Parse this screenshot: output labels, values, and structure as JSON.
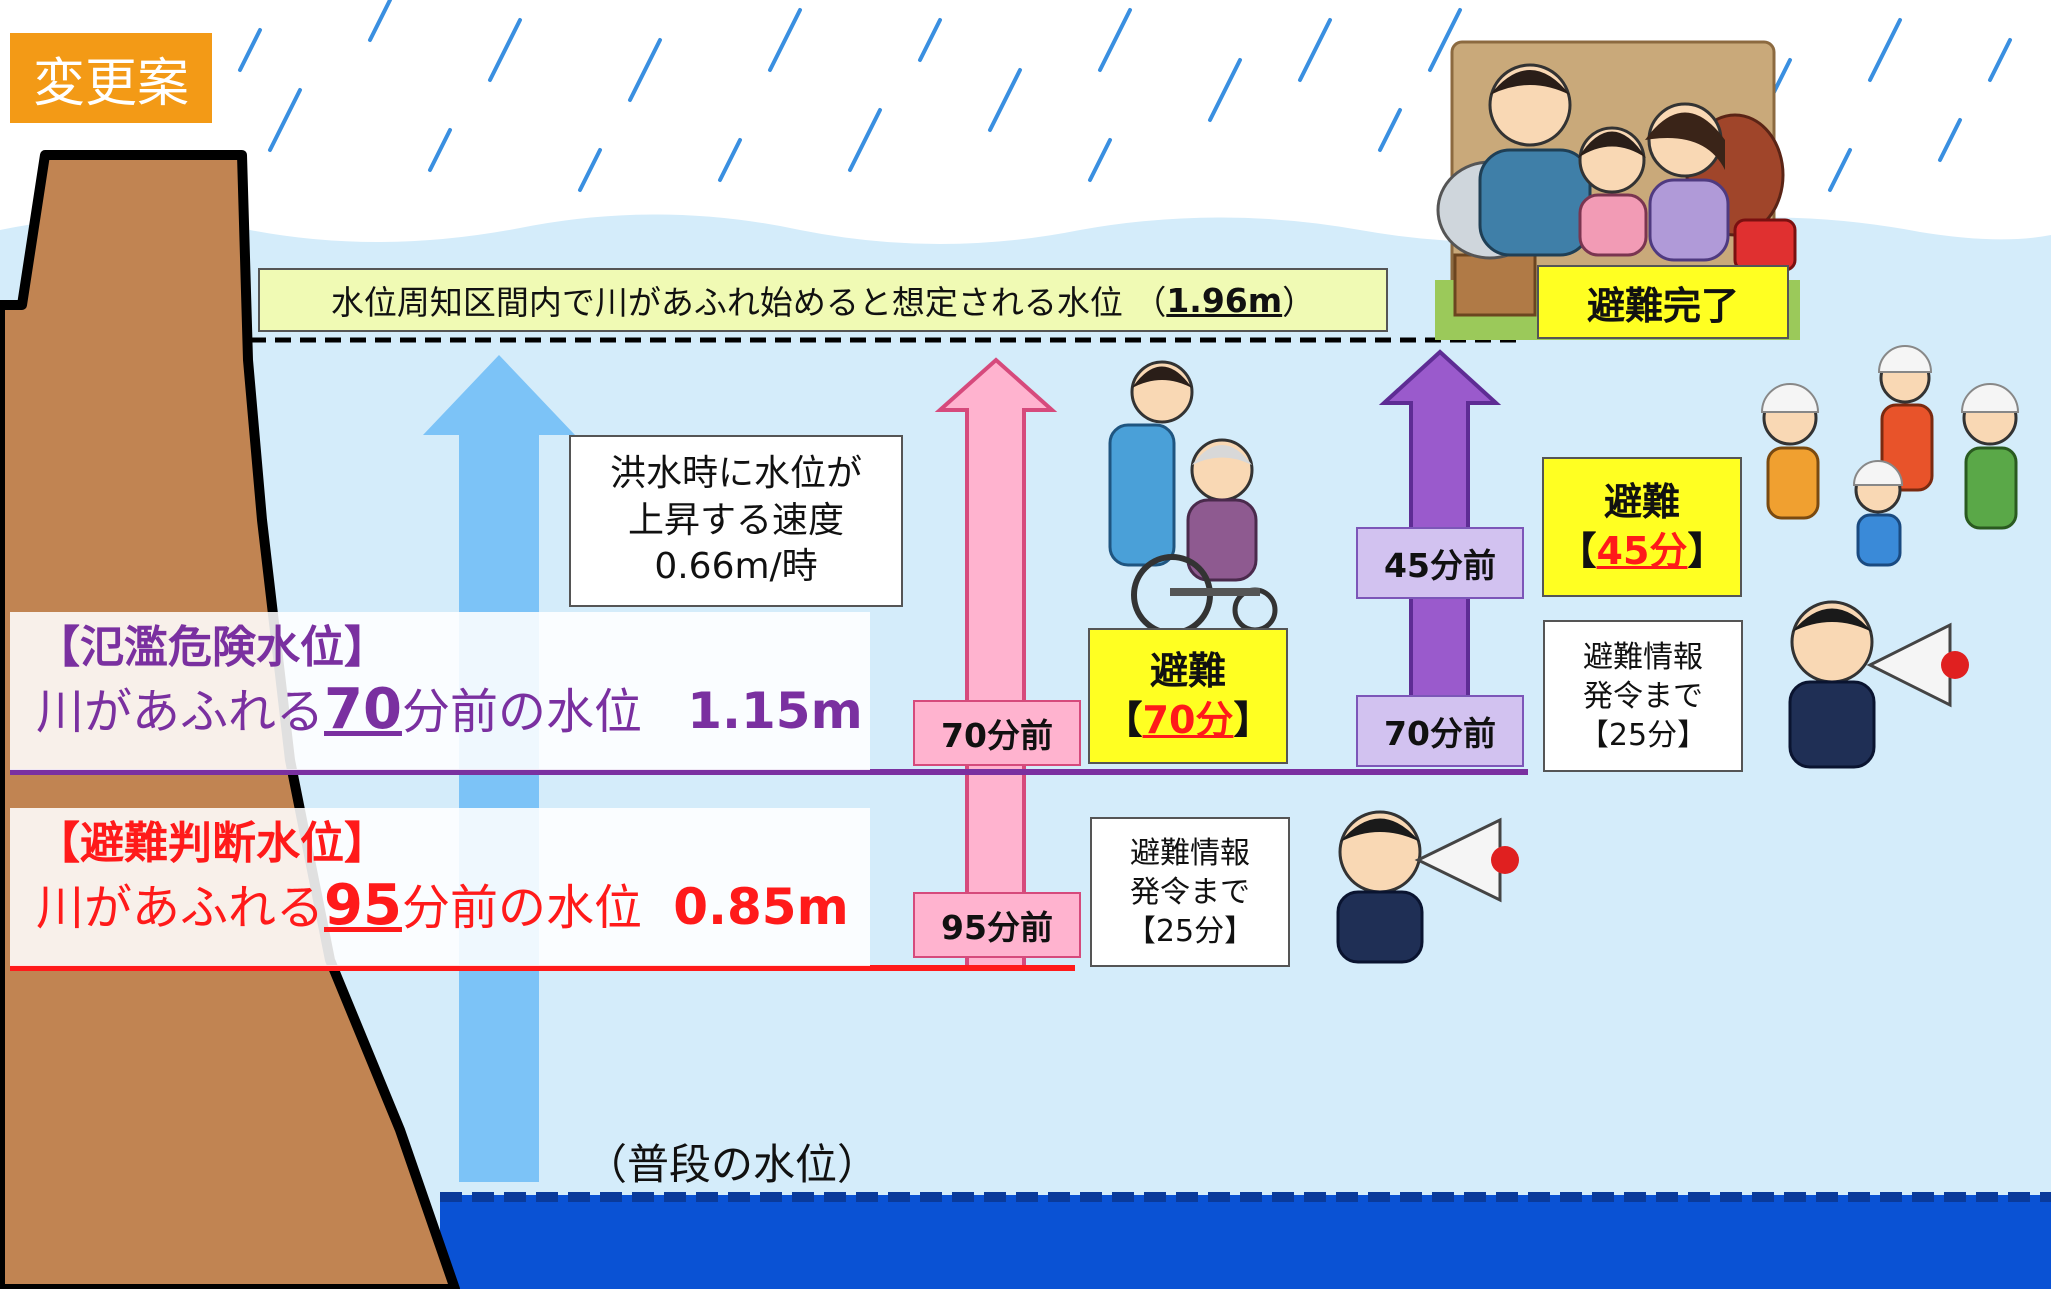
{
  "tag": "変更案",
  "flood_level_label": {
    "text": "水位周知区間内で川があふれ始めると想定される水位",
    "value": "1.96m"
  },
  "evacuation_complete": "避難完了",
  "rise_speed_box": {
    "line1": "洪水時に水位が",
    "line2": "上昇する速度",
    "line3": "0.66m/時"
  },
  "danger_level": {
    "bracket_open": "【",
    "name": "氾濫危険水位",
    "bracket_close": "】",
    "prefix": "川があふれる",
    "minutes": "70",
    "suffix": "分前の水位",
    "value": "1.15m"
  },
  "judgement_level": {
    "bracket_open": "【",
    "name": "避難判断水位",
    "bracket_close": "】",
    "prefix": "川があふれる",
    "minutes": "95",
    "suffix": "分前の水位",
    "value": "0.85m"
  },
  "pink_arrow": {
    "label_top": "70分前",
    "label_bottom": "95分前"
  },
  "purple_arrow": {
    "label_top": "45分前",
    "label_bottom": "70分前"
  },
  "evac_70": {
    "title": "避難",
    "bracket_open": "【",
    "minutes": "70分",
    "bracket_close": "】"
  },
  "evac_45": {
    "title": "避難",
    "bracket_open": "【",
    "minutes": "45分",
    "bracket_close": "】"
  },
  "info_box_1": {
    "line1": "避難情報",
    "line2": "発令まで",
    "line3": "【25分】"
  },
  "info_box_2": {
    "line1": "避難情報",
    "line2": "発令まで",
    "line3": "【25分】"
  },
  "normal_level": "（普段の水位）",
  "colors": {
    "water_light": "#d4ecfa",
    "water_deep": "#0a52d4",
    "bank": "#c18452",
    "blue_arrow": "#7cc3f7",
    "pink_arrow": "#ffb3cf",
    "purple_arrow": "#9a5acc",
    "danger_line": "#7a30a0",
    "judgement_line": "#ff1a1a",
    "tag": "#f39a16",
    "highlight": "#ffff22",
    "flood_label_bg": "#f0fab4"
  }
}
